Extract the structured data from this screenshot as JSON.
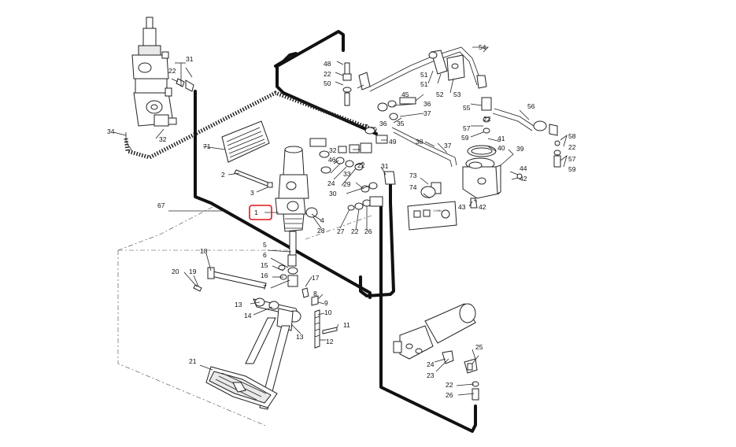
{
  "diagram": {
    "highlight_color": "#e0161b",
    "line_color": "#111111",
    "highlighted_label": "1",
    "labels": [
      "1",
      "2",
      "3",
      "4",
      "5",
      "6",
      "7",
      "8",
      "9",
      "10",
      "11",
      "12",
      "13",
      "13",
      "14",
      "15",
      "16",
      "17",
      "18",
      "19",
      "20",
      "21",
      "22",
      "22",
      "22",
      "22",
      "22",
      "22",
      "22",
      "23",
      "24",
      "24",
      "25",
      "26",
      "26",
      "27",
      "28",
      "29",
      "30",
      "31",
      "31",
      "32",
      "32",
      "33",
      "34",
      "35",
      "36",
      "36",
      "37",
      "37",
      "38",
      "39",
      "40",
      "41",
      "42",
      "42",
      "43",
      "44",
      "45",
      "46",
      "47",
      "48",
      "49",
      "50",
      "51",
      "51",
      "52",
      "53",
      "54",
      "55",
      "56",
      "57",
      "57",
      "58",
      "59",
      "59",
      "67",
      "71",
      "73",
      "74"
    ],
    "plate_text": "",
    "indicator_text": "1 MIN"
  }
}
